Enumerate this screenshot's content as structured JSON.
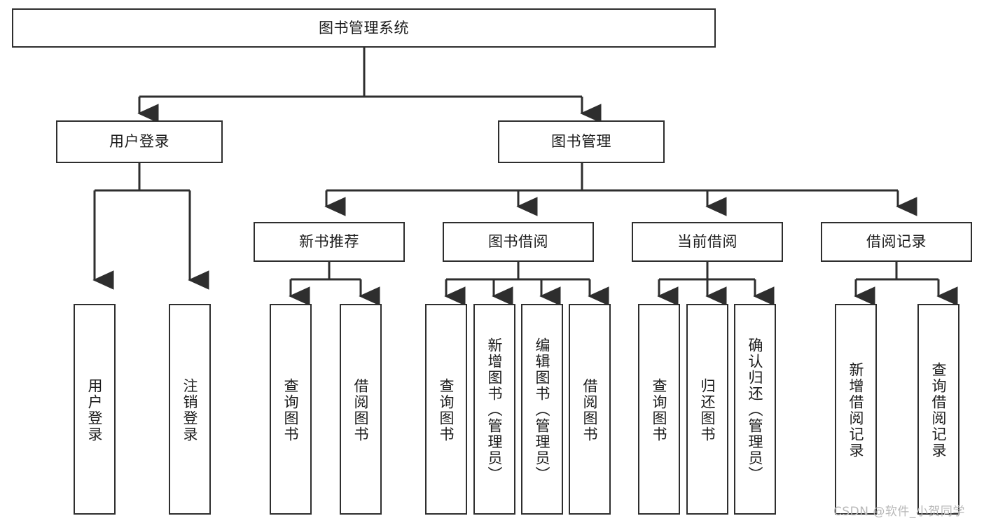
{
  "diagram": {
    "kind": "tree-hierarchy",
    "title": "图书管理系统",
    "colors": {
      "box_border": "#2e2e2e",
      "box_fill": "#ffffff",
      "connector": "#2e2e2e",
      "text": "#1b1b1b",
      "watermark": "#b8b8b8",
      "background": "#ffffff"
    },
    "root": {
      "label": "图书管理系统"
    },
    "level1": [
      {
        "label": "用户登录"
      },
      {
        "label": "图书管理"
      }
    ],
    "level2": [
      {
        "label": "新书推荐"
      },
      {
        "label": "图书借阅"
      },
      {
        "label": "当前借阅"
      },
      {
        "label": "借阅记录"
      }
    ],
    "leaves": {
      "user_login": [
        {
          "label": "用户登录"
        },
        {
          "label": "注销登录"
        }
      ],
      "new_book_recommend": [
        {
          "label": "查询图书"
        },
        {
          "label": "借阅图书"
        }
      ],
      "book_borrow": [
        {
          "label": "查询图书"
        },
        {
          "label": "新增图书（管理员）"
        },
        {
          "label": "编辑图书（管理员）"
        },
        {
          "label": "借阅图书"
        }
      ],
      "current_borrow": [
        {
          "label": "查询图书"
        },
        {
          "label": "归还图书"
        },
        {
          "label": "确认归还（管理员）"
        }
      ],
      "borrow_record": [
        {
          "label": "新增借阅记录"
        },
        {
          "label": "查询借阅记录"
        }
      ]
    },
    "watermark": {
      "text": "CSDN @软件_小贺同学"
    }
  }
}
